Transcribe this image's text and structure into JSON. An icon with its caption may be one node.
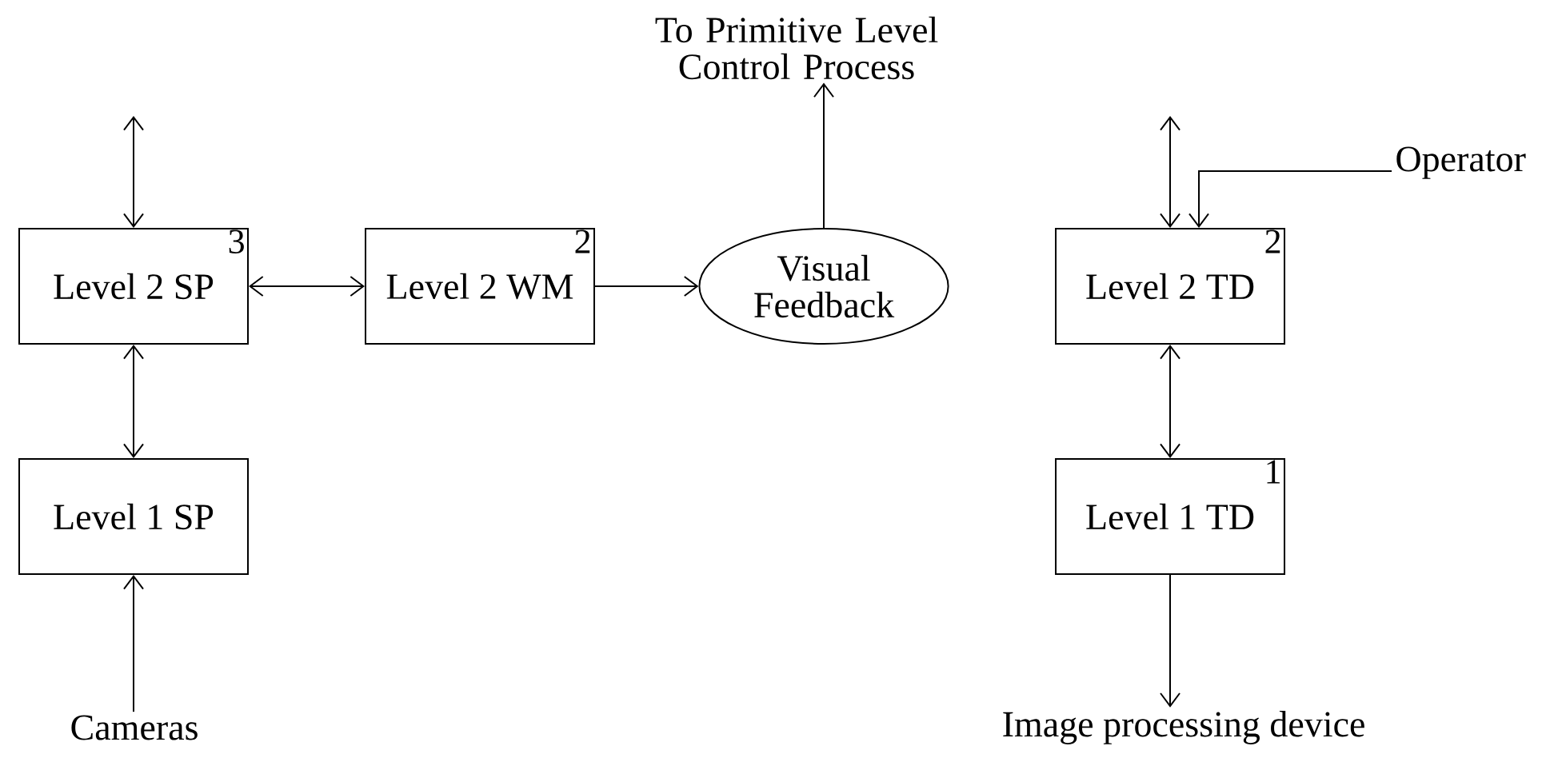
{
  "diagram": {
    "nodes": [
      {
        "text": [
          "3",
          "Level 2 SP"
        ]
      },
      {
        "text": [
          "2",
          "Level 2 WM"
        ]
      },
      {
        "text": [
          "Visual Feedback"
        ]
      },
      {
        "text": [
          "To Primitive Level Control Process"
        ]
      },
      {
        "text": [
          "Level 1 SP"
        ]
      },
      {
        "text": [
          "Cameras"
        ]
      },
      {
        "text": [
          "2",
          "Level 2 TD"
        ]
      },
      {
        "text": [
          "Operator"
        ]
      },
      {
        "text": [
          "1",
          "Level 1 TD"
        ]
      },
      {
        "text": [
          "Image processing device"
        ]
      }
    ],
    "edges": [
      {
        "from": 0,
        "to": null,
        "arrow": "both"
      },
      {
        "from": 0,
        "to": 1,
        "arrow": "both"
      },
      {
        "from": 1,
        "to": 2,
        "arrow": "to"
      },
      {
        "from": 2,
        "to": 3,
        "arrow": "to"
      },
      {
        "from": 4,
        "to": 0,
        "arrow": "both"
      },
      {
        "from": 5,
        "to": 4,
        "arrow": "to"
      },
      {
        "from": 6,
        "to": null,
        "arrow": "both"
      },
      {
        "from": 7,
        "to": 6,
        "arrow": "to"
      },
      {
        "from": 8,
        "to": 6,
        "arrow": "both"
      },
      {
        "from": 8,
        "to": 9,
        "arrow": "to"
      }
    ]
  }
}
